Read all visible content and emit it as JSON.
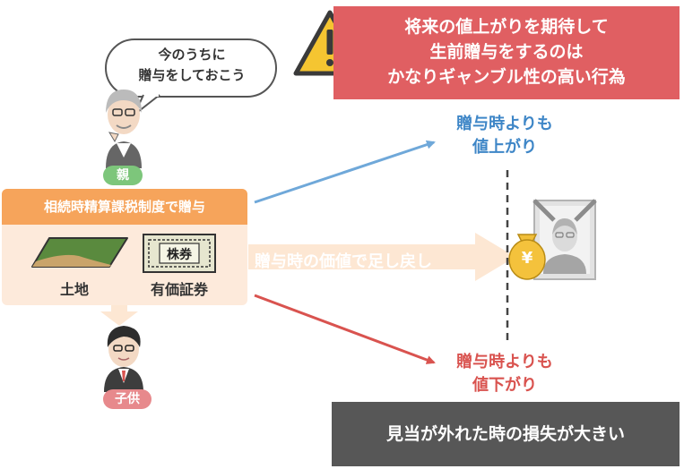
{
  "warning": {
    "lines": [
      "将来の値上がりを期待して",
      "生前贈与をするのは",
      "かなりギャンブル性の高い行為"
    ]
  },
  "bubble": {
    "lines": [
      "今のうちに",
      "贈与をしておこう"
    ]
  },
  "parent_label": "親",
  "child_label": "子供",
  "method": {
    "header": "相続時精算課税制度で贈与",
    "stock_certificate_text": "株券",
    "land_label": "土地",
    "stock_label": "有価証券"
  },
  "flow_text": "贈与時の価値で足し戻し",
  "outcome_up": {
    "lines": [
      "贈与時よりも",
      "値上がり"
    ]
  },
  "outcome_down": {
    "lines": [
      "贈与時よりも",
      "値下がり"
    ]
  },
  "risk_text": "見当が外れた時の損失が大きい",
  "money_bag_symbol": "¥",
  "colors": {
    "warning_bg": "#e05f62",
    "up_arrow": "#6fa8d9",
    "down_arrow": "#d9534f",
    "header_orange": "#f6a45b",
    "card_bg": "#fdeadb",
    "risk_bg": "#575757",
    "parent_green": "#7dc67b",
    "child_pink": "#e7898c"
  }
}
